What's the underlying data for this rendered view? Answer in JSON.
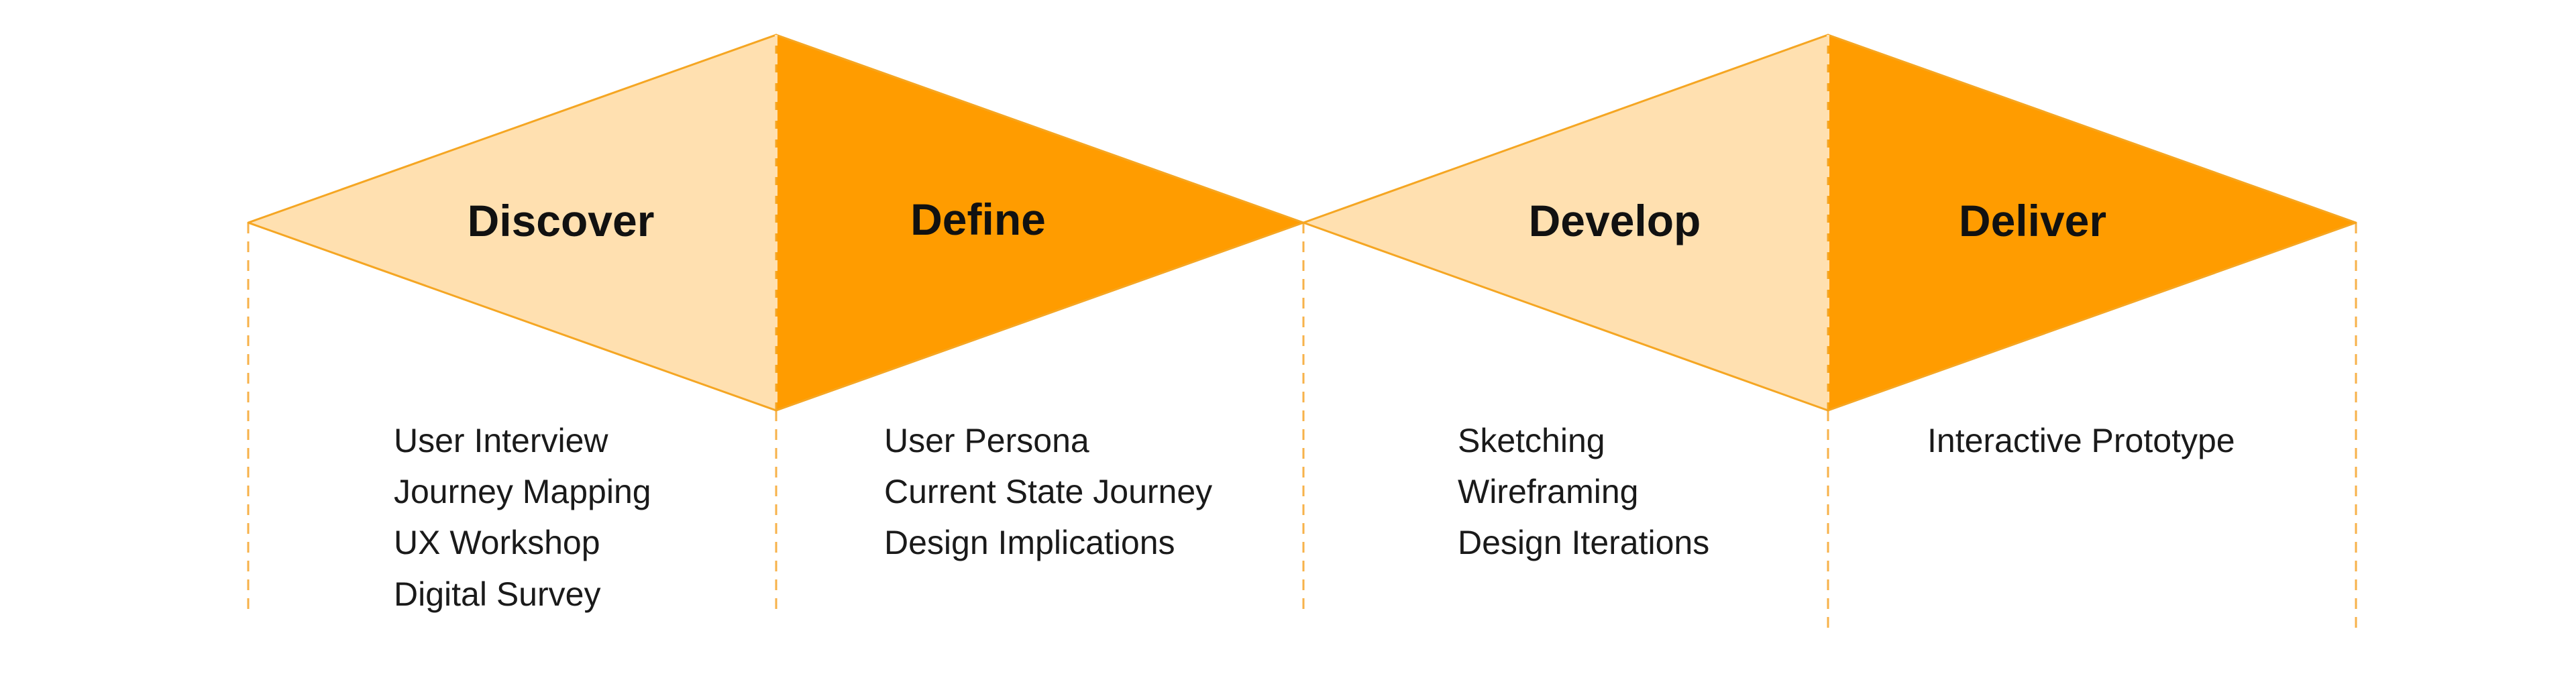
{
  "colors": {
    "light": "#FFE0B0",
    "dark": "#FF9C00",
    "stroke": "#F5A623",
    "guide": "#F7B24A",
    "text": "#111111"
  },
  "phases": [
    {
      "title": "Discover",
      "fill": "light",
      "activities": [
        "User Interview",
        "Journey Mapping",
        "UX Workshop",
        "Digital Survey"
      ]
    },
    {
      "title": "Define",
      "fill": "dark",
      "activities": [
        "User Persona",
        "Current State Journey",
        "Design Implications"
      ]
    },
    {
      "title": "Develop",
      "fill": "light",
      "activities": [
        "Sketching",
        "Wireframing",
        "Design Iterations"
      ]
    },
    {
      "title": "Deliver",
      "fill": "dark",
      "activities": [
        "Interactive Prototype"
      ]
    }
  ]
}
